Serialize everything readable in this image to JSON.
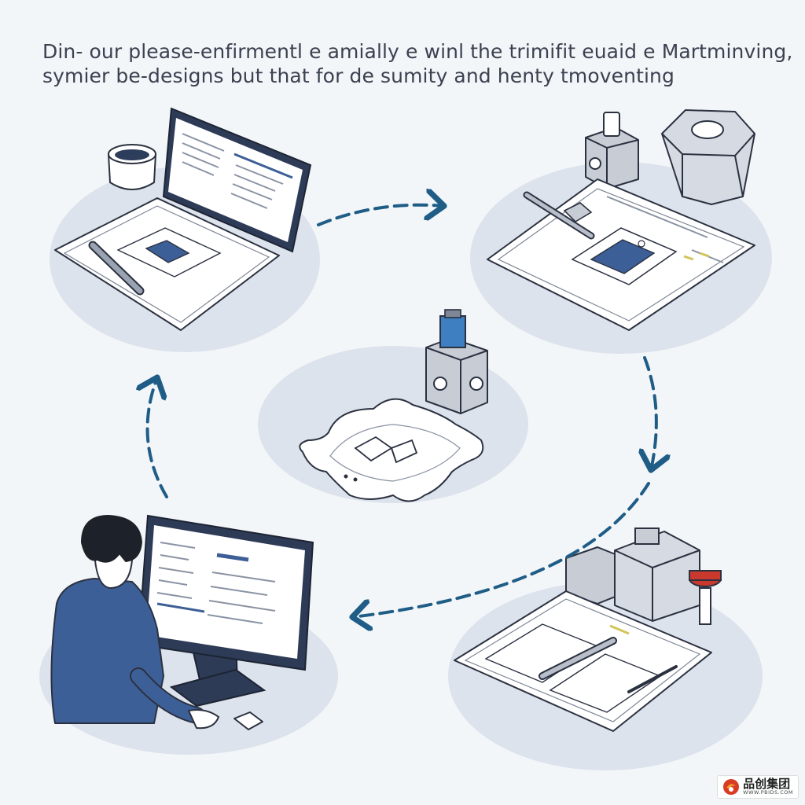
{
  "caption": {
    "line1": "Din- our please-enfirmentl e amially e winl the trimifit euaid e Martminving,",
    "line2": "symier be-designs but that for de sumity and henty tmoventing"
  },
  "watermark": {
    "name": "品创集团",
    "url": "WWW.PBIDS.COM"
  },
  "colors": {
    "background": "#f3f6f9",
    "platform": "#dde3ec",
    "outline": "#2b3140",
    "accent": "#3d5f97",
    "arrow": "#1f5d87",
    "paper": "#ffffff",
    "skin": "#ffffff",
    "hair": "#1d2129",
    "stamp_red": "#c9392e",
    "logo_red": "#d93a22",
    "logo_orange": "#f0a030"
  },
  "stages": [
    {
      "id": "design-desk",
      "icons": [
        "coffee-cup-icon",
        "monitor-icon",
        "blueprint-sheet-icon",
        "pen-icon"
      ]
    },
    {
      "id": "fabrication-station",
      "icons": [
        "small-machine-icon",
        "crucible-icon",
        "blueprint-sheet-icon",
        "pen-icon"
      ]
    },
    {
      "id": "testing-station",
      "icons": [
        "stamp-icon",
        "machine-block-icon",
        "blueprint-sheet-icon",
        "pen-icon"
      ]
    },
    {
      "id": "review-workstation",
      "icons": [
        "person-icon",
        "monitor-icon",
        "mouse-icon"
      ]
    },
    {
      "id": "central-hub",
      "icons": [
        "valve-icon",
        "open-book-icon",
        "membrane-icon"
      ]
    }
  ],
  "cycle_arrows": [
    "design-to-fabrication",
    "fabrication-to-testing",
    "testing-to-review",
    "review-to-design"
  ]
}
